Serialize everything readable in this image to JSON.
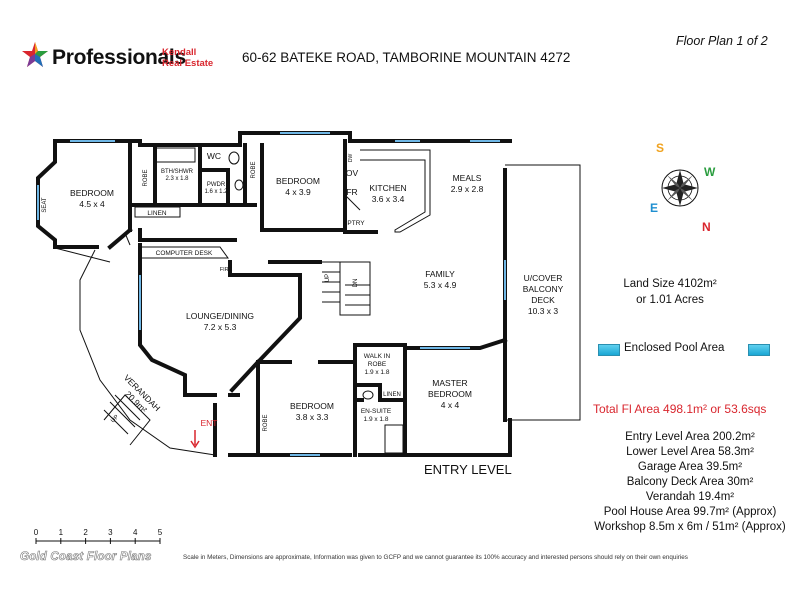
{
  "header": {
    "brand": "Professionals",
    "sub_line1": "Kendall",
    "sub_line2": "Real Estate",
    "address": "60-62 BATEKE ROAD, TAMBORINE MOUNTAIN 4272",
    "floor_plan_label": "Floor Plan 1 of 2"
  },
  "rooms": {
    "bedroom1": {
      "name": "BEDROOM",
      "size": "4.5 x 4"
    },
    "seat": "SEAT",
    "robe": "ROBE",
    "bth_shwr": {
      "name": "BTH/SHWR",
      "size": "2.3 x 1.8"
    },
    "wc": "WC",
    "pwdr": {
      "name": "PWDR",
      "size": "1.6 x 1.2"
    },
    "linen": "LINEN",
    "bedroom2": {
      "name": "BEDROOM",
      "size": "4 x 3.9"
    },
    "kitchen": {
      "name": "KITCHEN",
      "size": "3.6 x 3.4"
    },
    "ov": "OV",
    "fr": "FR",
    "ptry": "PTRY",
    "dw": "DW",
    "meals": {
      "name": "MEALS",
      "size": "2.9 x 2.8"
    },
    "computer_desk": "COMPUTER DESK",
    "fire": "FIRE",
    "family": {
      "name": "FAMILY",
      "size": "5.3 x 4.9"
    },
    "balcony": {
      "line1": "U/COVER",
      "line2": "BALCONY",
      "line3": "DECK",
      "size": "10.3 x 3"
    },
    "lounge": {
      "name": "LOUNGE/DINING",
      "size": "7.2 x 5.3"
    },
    "verandah": {
      "name": "VERANDAH",
      "size": "20.9m²"
    },
    "up": "UP",
    "dn": "DN",
    "walk_in_robe": {
      "line1": "WALK IN",
      "line2": "ROBE",
      "size": "1.9 x 1.8"
    },
    "master": {
      "line1": "MASTER",
      "line2": "BEDROOM",
      "size": "4 x 4"
    },
    "en_suite": {
      "name": "EN-SUITE",
      "size": "1.9 x 1.8"
    },
    "bedroom3": {
      "name": "BEDROOM",
      "size": "3.8 x 3.3"
    },
    "ent": "ENT"
  },
  "compass": {
    "s": "S",
    "w": "W",
    "e": "E",
    "n": "N"
  },
  "land": {
    "line1": "Land Size 4102m²",
    "line2": "or 1.01 Acres"
  },
  "pool": "Enclosed Pool Area",
  "total": "Total Fl Area 498.1m² or 53.6sqs",
  "areas": [
    "Entry Level Area 200.2m²",
    "Lower Level Area 58.3m²",
    "Garage Area 39.5m²",
    "Balcony Deck Area 30m²",
    "Verandah 19.4m²",
    "Pool House Area 99.7m² (Approx)",
    "Workshop 8.5m x 6m / 51m² (Approx)"
  ],
  "entry_level": "ENTRY LEVEL",
  "scale_labels": [
    "0",
    "1",
    "2",
    "3",
    "4",
    "5"
  ],
  "footer": {
    "gcfp": "Gold Coast Floor Plans",
    "disclaimer": "Scale in Meters, Dimensions are approximate, Information was given to GCFP and we cannot guarantee its 100% accuracy and interested persons should rely on their own enquiries"
  },
  "colors": {
    "accent_red": "#d9262e",
    "window_blue": "#6fb7e6",
    "pool_blue": "#1aa7d4"
  }
}
